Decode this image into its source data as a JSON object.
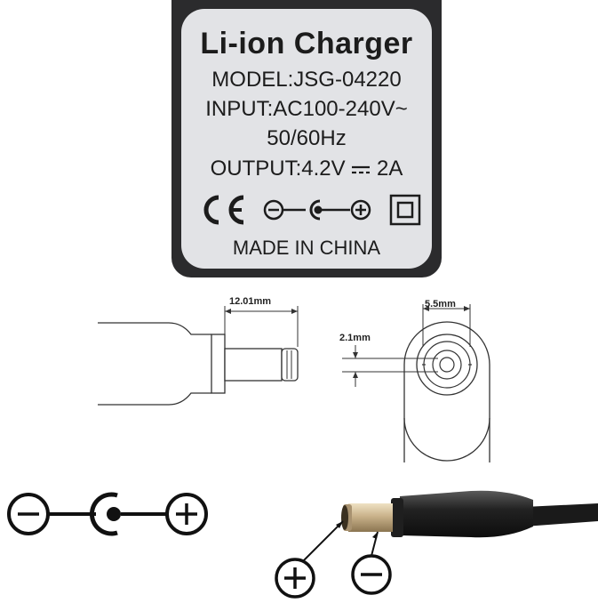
{
  "label": {
    "title": "Li-ion Charger",
    "model": "MODEL:JSG-04220",
    "input": "INPUT:AC100-240V~",
    "frequency": "50/60Hz",
    "output_prefix": "OUTPUT:4.2V",
    "output_suffix": "2A",
    "origin": "MADE IN CHINA"
  },
  "dimensions": {
    "plug_length": "12.01mm",
    "outer_diameter": "5.5mm",
    "inner_diameter": "2.1mm"
  },
  "polarity": {
    "negative_symbol": "−",
    "positive_symbol": "+"
  },
  "icons": [
    "ce-mark-icon",
    "polarity-icon",
    "double-insulation-icon",
    "dc-symbol-icon",
    "positive-icon",
    "negative-icon"
  ],
  "colors": {
    "label_background": "#e2e3e6",
    "charger_body": "#2b2b2d",
    "plug_metal": "#c9b28a"
  }
}
